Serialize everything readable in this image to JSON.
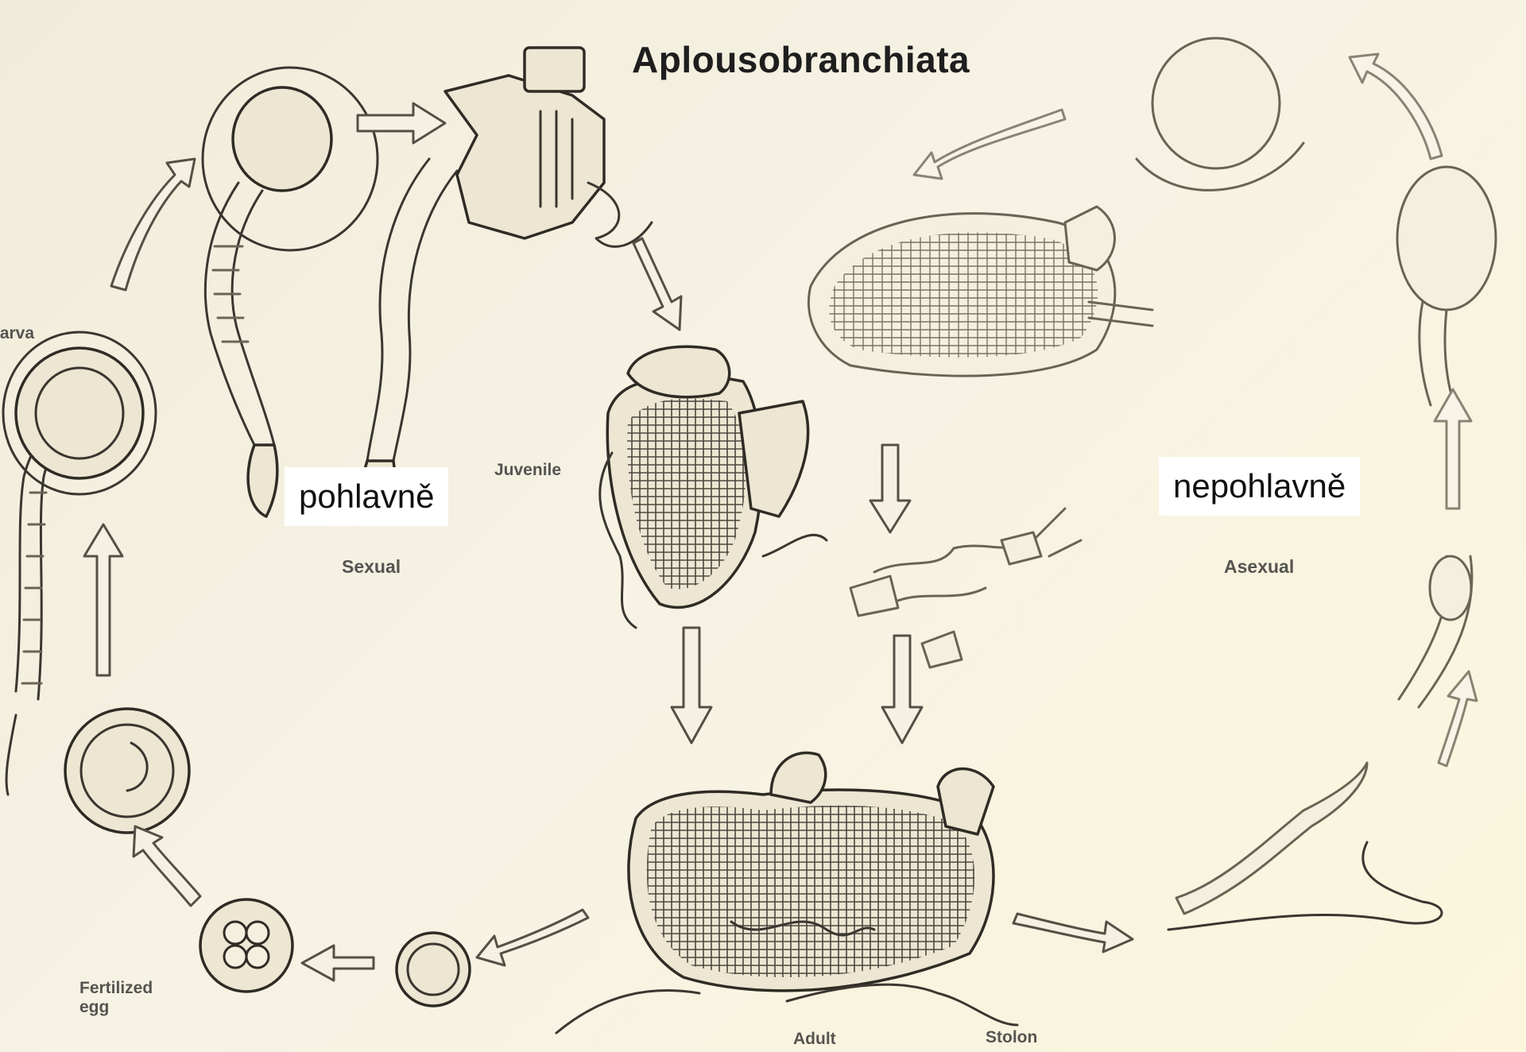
{
  "title": "Aplousobranchiata",
  "overlay_labels": {
    "sexual_cs": "pohlavně",
    "asexual_cs": "nepohlavně"
  },
  "stage_labels": {
    "larva": "larva",
    "juvenile": "Juvenile",
    "sexual": "Sexual",
    "asexual": "Asexual",
    "fertilized_egg": "Fertilized egg",
    "adult": "Adult",
    "stolon": "Stolon"
  }
}
